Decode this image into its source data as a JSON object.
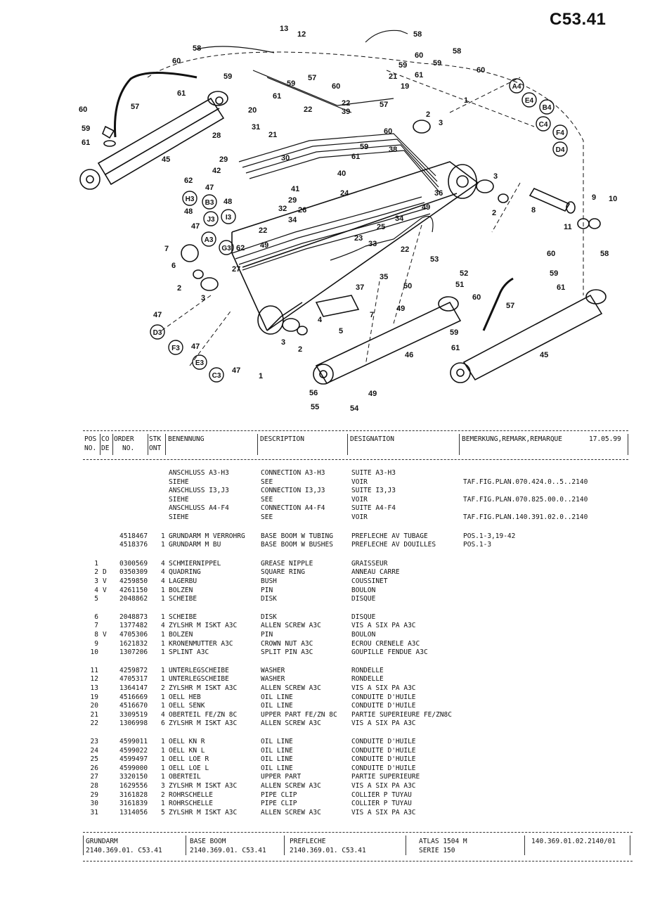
{
  "page_code": "C53.41",
  "header": {
    "pos_no": "POS|CO|ORDER\nNO. |DE| NO.",
    "col_pos1": "POS",
    "col_pos2": "NO.",
    "col_co1": "CO",
    "col_co2": "DE",
    "col_order1": "ORDER",
    "col_order2": "NO.",
    "col_stk1": "STK",
    "col_stk2": "ONT",
    "col_ben": "BENENNUNG",
    "col_desc": "DESCRIPTION",
    "col_des": "DESIGNATION",
    "col_rem": "BEMERKUNG,REMARK,REMARQUE",
    "date": "17.05.99"
  },
  "rows": [
    {
      "pos": "",
      "cd": "",
      "ord": "",
      "qty": "",
      "ben": "ANSCHLUSS A3-H3",
      "desc": "CONNECTION A3-H3",
      "des": "SUITE A3-H3",
      "rem": ""
    },
    {
      "pos": "",
      "cd": "",
      "ord": "",
      "qty": "",
      "ben": "SIEHE",
      "desc": "SEE",
      "des": "VOIR",
      "rem": "TAF.FIG.PLAN.070.424.0..5..2140"
    },
    {
      "pos": "",
      "cd": "",
      "ord": "",
      "qty": "",
      "ben": "ANSCHLUSS I3,J3",
      "desc": "CONNECTION I3,J3",
      "des": "SUITE I3,J3",
      "rem": ""
    },
    {
      "pos": "",
      "cd": "",
      "ord": "",
      "qty": "",
      "ben": "SIEHE",
      "desc": "SEE",
      "des": "VOIR",
      "rem": "TAF.FIG.PLAN.070.825.00.0..2140"
    },
    {
      "pos": "",
      "cd": "",
      "ord": "",
      "qty": "",
      "ben": "ANSCHLUSS A4-F4",
      "desc": "CONNECTION A4-F4",
      "des": "SUITE A4-F4",
      "rem": ""
    },
    {
      "pos": "",
      "cd": "",
      "ord": "",
      "qty": "",
      "ben": "SIEHE",
      "desc": "SEE",
      "des": "VOIR",
      "rem": "TAF.FIG.PLAN.140.391.02.0..2140"
    },
    {
      "pos": "",
      "cd": "",
      "ord": "4518467",
      "qty": "1",
      "ben": "GRUNDARM M VERROHRG",
      "desc": "BASE BOOM W TUBING",
      "des": "PREFLECHE AV TUBAGE",
      "rem": "POS.1-3,19-42"
    },
    {
      "pos": "",
      "cd": "",
      "ord": "4518376",
      "qty": "1",
      "ben": "GRUNDARM M BU",
      "desc": "BASE BOOM W BUSHES",
      "des": "PREFLECHE AV DOUILLES",
      "rem": "POS.1-3"
    },
    {
      "pos": "1",
      "cd": "",
      "ord": "0300569",
      "qty": "4",
      "ben": "SCHMIERNIPPEL",
      "desc": "GREASE NIPPLE",
      "des": "GRAISSEUR",
      "rem": ""
    },
    {
      "pos": "2",
      "cd": "D",
      "ord": "0350309",
      "qty": "4",
      "ben": "QUADRING",
      "desc": "SQUARE RING",
      "des": "ANNEAU CARRE",
      "rem": ""
    },
    {
      "pos": "3",
      "cd": "V",
      "ord": "4259850",
      "qty": "4",
      "ben": "LAGERBU",
      "desc": "BUSH",
      "des": "COUSSINET",
      "rem": ""
    },
    {
      "pos": "4",
      "cd": "V",
      "ord": "4261150",
      "qty": "1",
      "ben": "BOLZEN",
      "desc": "PIN",
      "des": "BOULON",
      "rem": ""
    },
    {
      "pos": "5",
      "cd": "",
      "ord": "2048862",
      "qty": "1",
      "ben": "SCHEIBE",
      "desc": "DISK",
      "des": "DISQUE",
      "rem": ""
    },
    {
      "pos": "6",
      "cd": "",
      "ord": "2048873",
      "qty": "1",
      "ben": "SCHEIBE",
      "desc": "DISK",
      "des": "DISQUE",
      "rem": ""
    },
    {
      "pos": "7",
      "cd": "",
      "ord": "1377482",
      "qty": "4",
      "ben": "ZYLSHR M ISKT A3C",
      "desc": "ALLEN SCREW A3C",
      "des": "VIS A SIX PA A3C",
      "rem": ""
    },
    {
      "pos": "8",
      "cd": "V",
      "ord": "4705306",
      "qty": "1",
      "ben": "BOLZEN",
      "desc": "PIN",
      "des": "BOULON",
      "rem": ""
    },
    {
      "pos": "9",
      "cd": "",
      "ord": "1621832",
      "qty": "1",
      "ben": "KRONENMUTTER A3C",
      "desc": "CROWN NUT A3C",
      "des": "ECROU CRENELE A3C",
      "rem": ""
    },
    {
      "pos": "10",
      "cd": "",
      "ord": "1307206",
      "qty": "1",
      "ben": "SPLINT A3C",
      "desc": "SPLIT PIN A3C",
      "des": "GOUPILLE FENDUE A3C",
      "rem": ""
    },
    {
      "pos": "11",
      "cd": "",
      "ord": "4259872",
      "qty": "1",
      "ben": "UNTERLEGSCHEIBE",
      "desc": "WASHER",
      "des": "RONDELLE",
      "rem": ""
    },
    {
      "pos": "12",
      "cd": "",
      "ord": "4705317",
      "qty": "1",
      "ben": "UNTERLEGSCHEIBE",
      "desc": "WASHER",
      "des": "RONDELLE",
      "rem": ""
    },
    {
      "pos": "13",
      "cd": "",
      "ord": "1364147",
      "qty": "2",
      "ben": "ZYLSHR M ISKT A3C",
      "desc": "ALLEN SCREW A3C",
      "des": "VIS A SIX PA A3C",
      "rem": ""
    },
    {
      "pos": "19",
      "cd": "",
      "ord": "4516669",
      "qty": "1",
      "ben": "OELL HEB",
      "desc": "OIL LINE",
      "des": "CONDUITE D'HUILE",
      "rem": ""
    },
    {
      "pos": "20",
      "cd": "",
      "ord": "4516670",
      "qty": "1",
      "ben": "OELL SENK",
      "desc": "OIL LINE",
      "des": "CONDUITE D'HUILE",
      "rem": ""
    },
    {
      "pos": "21",
      "cd": "",
      "ord": "3309519",
      "qty": "4",
      "ben": "OBERTEIL FE/ZN 8C",
      "desc": "UPPER PART FE/ZN 8C",
      "des": "PARTIE SUPERIEURE FE/ZN8C",
      "rem": ""
    },
    {
      "pos": "22",
      "cd": "",
      "ord": "1306998",
      "qty": "6",
      "ben": "ZYLSHR M ISKT A3C",
      "desc": "ALLEN SCREW A3C",
      "des": "VIS A SIX PA A3C",
      "rem": ""
    },
    {
      "pos": "23",
      "cd": "",
      "ord": "4599011",
      "qty": "1",
      "ben": "OELL KN R",
      "desc": "OIL LINE",
      "des": "CONDUITE D'HUILE",
      "rem": ""
    },
    {
      "pos": "24",
      "cd": "",
      "ord": "4599022",
      "qty": "1",
      "ben": "OELL KN L",
      "desc": "OIL LINE",
      "des": "CONDUITE D'HUILE",
      "rem": ""
    },
    {
      "pos": "25",
      "cd": "",
      "ord": "4599497",
      "qty": "1",
      "ben": "OELL LOE R",
      "desc": "OIL LINE",
      "des": "CONDUITE D'HUILE",
      "rem": ""
    },
    {
      "pos": "26",
      "cd": "",
      "ord": "4599000",
      "qty": "1",
      "ben": "OELL LOE L",
      "desc": "OIL LINE",
      "des": "CONDUITE D'HUILE",
      "rem": ""
    },
    {
      "pos": "27",
      "cd": "",
      "ord": "3320150",
      "qty": "1",
      "ben": "OBERTEIL",
      "desc": "UPPER PART",
      "des": "PARTIE SUPERIEURE",
      "rem": ""
    },
    {
      "pos": "28",
      "cd": "",
      "ord": "1629556",
      "qty": "3",
      "ben": "ZYLSHR M ISKT A3C",
      "desc": "ALLEN SCREW A3C",
      "des": "VIS A SIX PA A3C",
      "rem": ""
    },
    {
      "pos": "29",
      "cd": "",
      "ord": "3161828",
      "qty": "2",
      "ben": "ROHRSCHELLE",
      "desc": "PIPE CLIP",
      "des": "COLLIER P TUYAU",
      "rem": ""
    },
    {
      "pos": "30",
      "cd": "",
      "ord": "3161839",
      "qty": "1",
      "ben": "ROHRSCHELLE",
      "desc": "PIPE CLIP",
      "des": "COLLIER P TUYAU",
      "rem": ""
    },
    {
      "pos": "31",
      "cd": "",
      "ord": "1314056",
      "qty": "5",
      "ben": "ZYLSHR M ISKT A3C",
      "desc": "ALLEN SCREW A3C",
      "des": "VIS A SIX PA A3C",
      "rem": ""
    }
  ],
  "footer": {
    "g1_title": "GRUNDARM",
    "g1_code": "2140.369.01. C53.41",
    "g2_title": "BASE BOOM",
    "g2_code": "2140.369.01. C53.41",
    "g3_title": "PREFLECHE",
    "g3_code": "2140.369.01. C53.41",
    "g4_title": "ATLAS 1504 M",
    "g4_code": "SERIE 150",
    "g5_title": "140.369.01.02.2140/01"
  },
  "diagram_labels": [
    "1",
    "2",
    "3",
    "4",
    "5",
    "6",
    "7",
    "8",
    "9",
    "10",
    "11",
    "12",
    "13",
    "19",
    "20",
    "21",
    "22",
    "23",
    "24",
    "25",
    "26",
    "27",
    "28",
    "29",
    "30",
    "31",
    "32",
    "33",
    "34",
    "35",
    "36",
    "37",
    "38",
    "39",
    "40",
    "41",
    "42",
    "45",
    "46",
    "47",
    "48",
    "49",
    "50",
    "51",
    "52",
    "53",
    "54",
    "55",
    "56",
    "57",
    "58",
    "59",
    "60",
    "61",
    "62",
    "A3",
    "B3",
    "C3",
    "D3",
    "E3",
    "F3",
    "G3",
    "H3",
    "I3",
    "J3",
    "A4",
    "B4",
    "C4",
    "D4",
    "E4",
    "F4"
  ]
}
